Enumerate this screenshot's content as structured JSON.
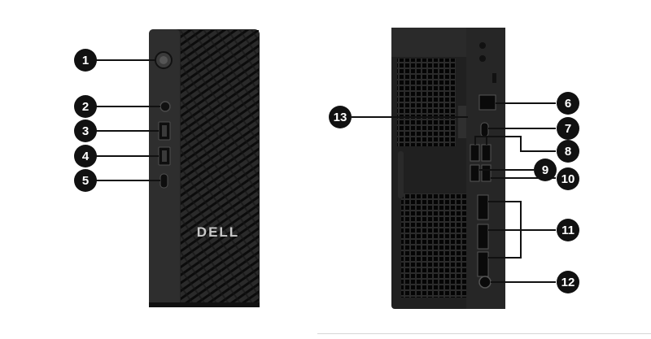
{
  "brand": {
    "logo_text": "DELL"
  },
  "front_callouts": [
    {
      "number": "1",
      "part": "power-button"
    },
    {
      "number": "2",
      "part": "audio-jack"
    },
    {
      "number": "3",
      "part": "usb-a-port-top"
    },
    {
      "number": "4",
      "part": "usb-a-port-bottom"
    },
    {
      "number": "5",
      "part": "usb-c-port"
    }
  ],
  "rear_callouts": [
    {
      "number": "6",
      "part": "ethernet-port"
    },
    {
      "number": "7",
      "part": "usb-c-port"
    },
    {
      "number": "8",
      "part": "usb-a-port-pair-upper"
    },
    {
      "number": "9",
      "part": "usb-a-port-left-lower"
    },
    {
      "number": "10",
      "part": "usb-a-port-right-lower"
    },
    {
      "number": "11",
      "part": "displayport-group"
    },
    {
      "number": "12",
      "part": "power-connector"
    },
    {
      "number": "13",
      "part": "expansion-slot"
    }
  ],
  "colors": {
    "chassis": "#1f1f1f",
    "chassis_edge": "#2c2c2c",
    "badge": "#111111",
    "leader_line": "#111111",
    "logo": "#c9c9c9"
  }
}
